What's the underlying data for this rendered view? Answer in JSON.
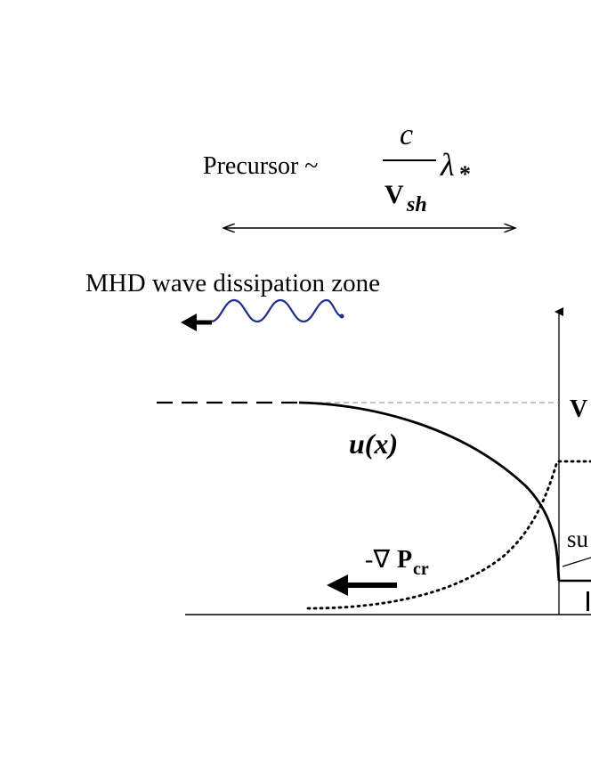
{
  "precursor": {
    "label": "Precursor ~",
    "numerator": "c",
    "denominator_main": "V",
    "denominator_sub": "sh",
    "lambda": "λ",
    "lambda_sub": "*"
  },
  "dissipation_label": "MHD wave dissipation zone",
  "velocity_curve_label": "u(x)",
  "velocity_axis_label": "V",
  "pressure_gradient": {
    "prefix": "-∇",
    "main": "P",
    "sub": "cr"
  },
  "subshock_label_partial": "su",
  "colors": {
    "wave": "#1f2f8c",
    "lines": "#000000"
  }
}
